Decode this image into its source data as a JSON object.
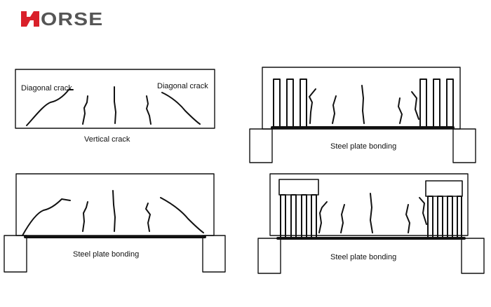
{
  "logo": {
    "text": "ORSE",
    "mark_color": "#d9202a",
    "text_color": "#555555"
  },
  "panels": [
    {
      "labels": {
        "diagonal_left": "Diagonal crack",
        "diagonal_right": "Diagonal crack",
        "vertical": "Vertical crack"
      }
    },
    {
      "labels": {
        "bonding": "Steel plate bonding"
      }
    },
    {
      "labels": {
        "bonding": "Steel plate bonding"
      }
    },
    {
      "labels": {
        "bonding": "Steel plate bonding"
      }
    }
  ],
  "colors": {
    "line": "#111111"
  }
}
